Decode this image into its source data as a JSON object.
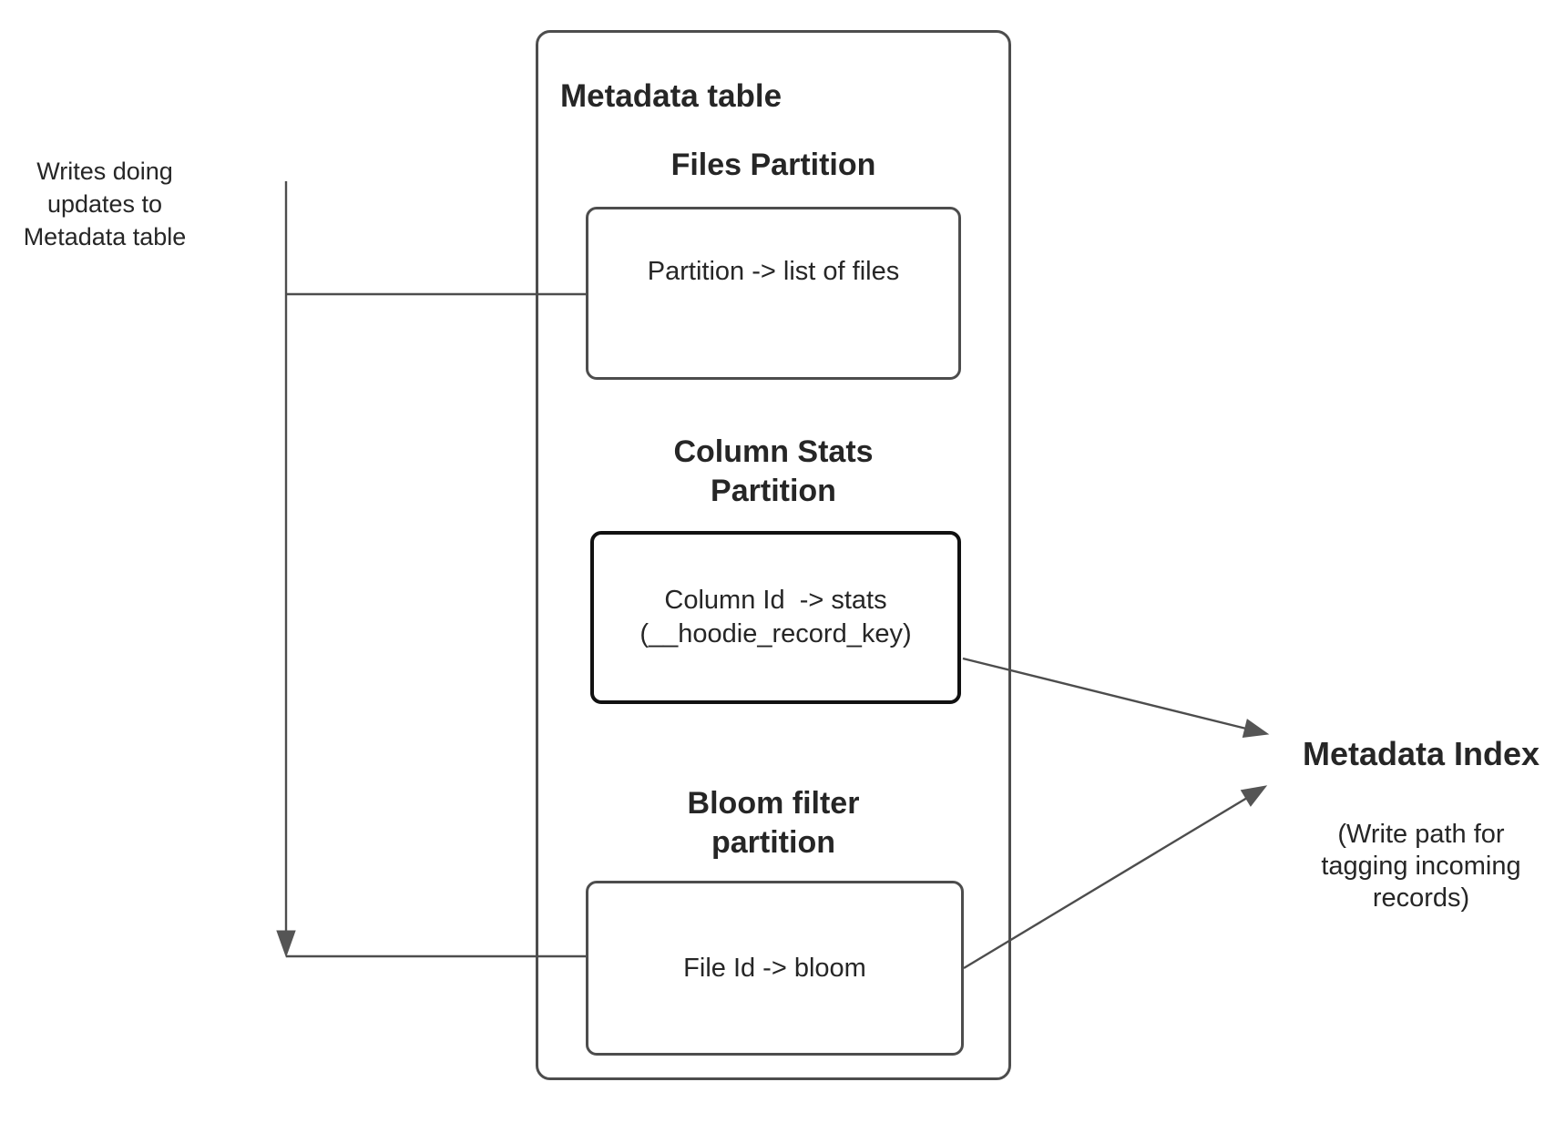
{
  "colors": {
    "background": "#ffffff",
    "connector_line": "#4d4d4d",
    "box_border": "#4d4d4d",
    "emphasis_border": "#111111",
    "text": "#262626"
  },
  "left_annotation": {
    "label": "Writes doing\nupdates to\nMetadata table"
  },
  "metadata_table": {
    "title": "Metadata table",
    "files_partition": {
      "heading": "Files Partition",
      "box_label": "Partition -> list of files"
    },
    "column_stats_partition": {
      "heading": "Column Stats\nPartition",
      "box_label": "Column Id  -> stats\n(__hoodie_record_key)"
    },
    "bloom_filter_partition": {
      "heading": "Bloom filter\npartition",
      "box_label": "File Id -> bloom"
    }
  },
  "metadata_index": {
    "title": "Metadata Index",
    "subtitle": "(Write path for\ntagging incoming\nrecords)"
  }
}
